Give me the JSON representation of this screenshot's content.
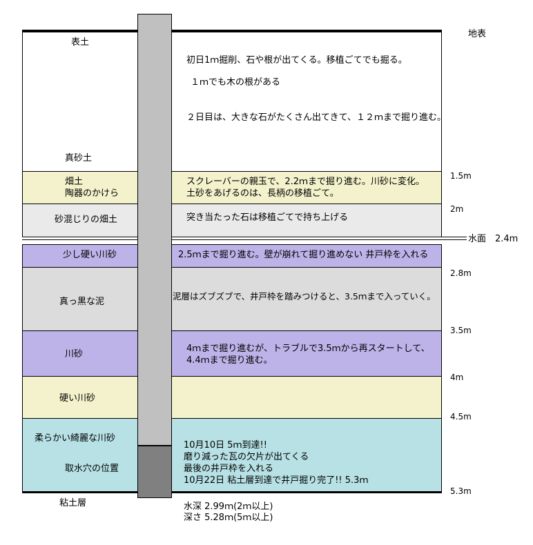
{
  "surface_label": "地表",
  "water_surface_label": "水面　2.4m",
  "layers": [
    {
      "name_top": "表土",
      "name_bottom": "真砂土",
      "notes": [
        "初日1ｍ掘削、石や根が出てくる。移植ごてでも掘る。",
        "１ｍでも木の根がある",
        "２日目は、大きな石がたくさん出てきて、１２ｍまで掘り進む。"
      ],
      "color": "#ffffff"
    },
    {
      "names": [
        "畑土",
        "陶器のかけら"
      ],
      "notes": [
        "スクレーバーの親玉で、2.2ｍまで掘り進む。川砂に変化。",
        "土砂をあげるのは、長柄の移植ごて。"
      ],
      "color": "#f3f2cc"
    },
    {
      "name": "砂混じりの畑土",
      "notes": [
        "突き当たった石は移植ごてで持ち上げる"
      ],
      "color": "#eaeaea"
    },
    {
      "name": "少し硬い川砂",
      "notes": [
        "2.5ｍまで掘り進む。壁が崩れて掘り進めない 井戸枠を入れる"
      ],
      "color": "#bdb3e8"
    },
    {
      "name": "真っ黒な泥",
      "notes": [
        "泥層はズブズブで、井戸枠を踏みつけると、3.5ｍまで入っていく。"
      ],
      "color": "#dcdcdc"
    },
    {
      "name": "川砂",
      "notes": [
        "4ｍまで掘り進むが、トラブルで3.5ｍから再スタートして、",
        "4.4ｍまで掘り進む。"
      ],
      "color": "#bdb3e8"
    },
    {
      "name": "硬い川砂",
      "notes": [],
      "color": "#f3f2cc"
    },
    {
      "names": [
        "柔らかい綺麗な川砂",
        "取水穴の位置"
      ],
      "notes": [
        "10月10日 5ｍ到達!!",
        "磨り減った瓦の欠片が出てくる",
        "最後の井戸枠を入れる",
        "10月22日 粘土層到達で井戸掘り完了!! 5.3ｍ"
      ],
      "color": "#b7e1e5"
    }
  ],
  "depths": [
    "1.5m",
    "2m",
    "2.8m",
    "3.5m",
    "4m",
    "4.5m",
    "5.3m"
  ],
  "bottom_label": "粘土層",
  "summary": [
    "水深 2.99ｍ(2ｍ以上)",
    "深さ 5.28ｍ(5ｍ以上)"
  ],
  "colors": {
    "pipe": "#c0c0c0",
    "intake": "#808080"
  }
}
